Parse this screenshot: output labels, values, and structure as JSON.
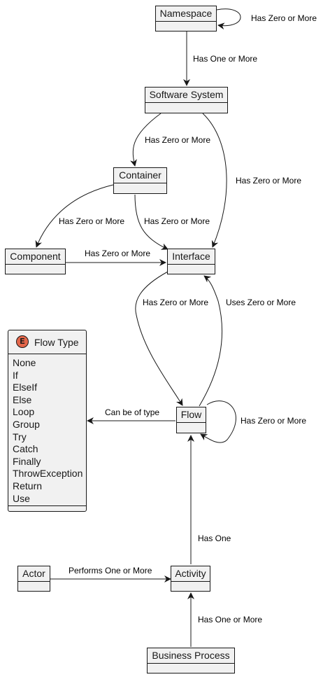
{
  "nodes": {
    "namespace": "Namespace",
    "software_system": "Software System",
    "container": "Container",
    "component": "Component",
    "interface": "Interface",
    "flow": "Flow",
    "actor": "Actor",
    "activity": "Activity",
    "business_process": "Business Process"
  },
  "enum": {
    "badge": "E",
    "title": "Flow Type",
    "values": [
      "None",
      "If",
      "ElseIf",
      "Else",
      "Loop",
      "Group",
      "Try",
      "Catch",
      "Finally",
      "ThrowException",
      "Return",
      "Use"
    ]
  },
  "edges": {
    "namespace_self": "Has Zero or More",
    "namespace_to_system": "Has One or More",
    "system_to_container": "Has Zero or More",
    "system_to_interface": "Has Zero or More",
    "container_to_component": "Has Zero or More",
    "container_to_interface": "Has Zero or More",
    "component_to_interface": "Has Zero or More",
    "interface_to_flow": "Has Zero or More",
    "flow_to_interface": "Uses Zero or More",
    "flow_to_flowtype": "Can be of type",
    "flow_self": "Has Zero or More",
    "activity_to_flow": "Has One",
    "actor_to_activity": "Performs One or More",
    "process_to_activity": "Has One or More"
  }
}
